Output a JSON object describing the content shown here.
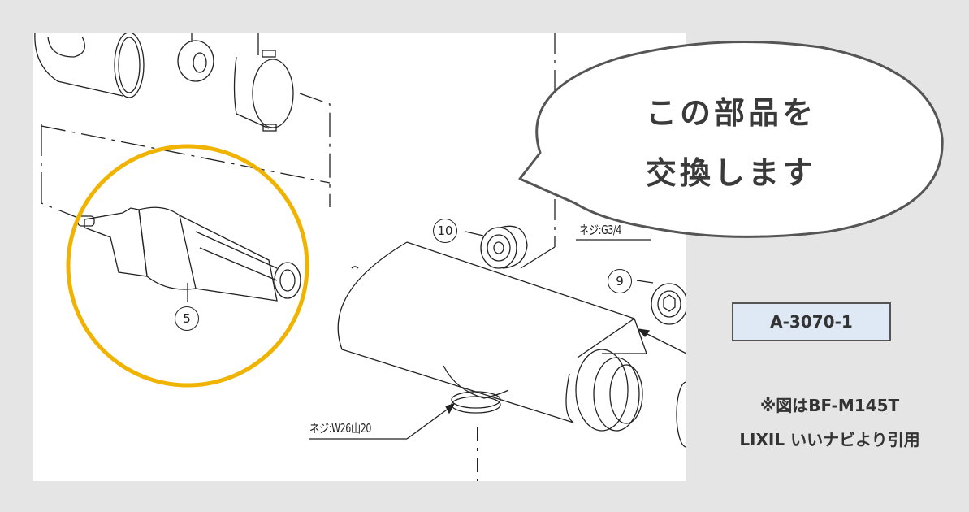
{
  "diagram": {
    "type": "exploded parts drawing",
    "part_numbers": [
      {
        "id": "part-5",
        "label": "5"
      },
      {
        "id": "part-9",
        "label": "9"
      },
      {
        "id": "part-10",
        "label": "10"
      }
    ],
    "thread_labels": {
      "bottom": "ネジ:W26山20",
      "right": "ネジ:G3/4"
    },
    "highlight_color": "#f0b400"
  },
  "callout": {
    "line1": "この部品を",
    "line2": "交換します"
  },
  "part_code": "A-3070-1",
  "note": {
    "line1": "※図はBF-M145T",
    "line2": "LIXIL いいナビより引用"
  },
  "colors": {
    "background": "#e5e5e5",
    "drawing_background": "#ffffff",
    "part_code_fill": "#dfe9f5",
    "text": "#333333"
  }
}
